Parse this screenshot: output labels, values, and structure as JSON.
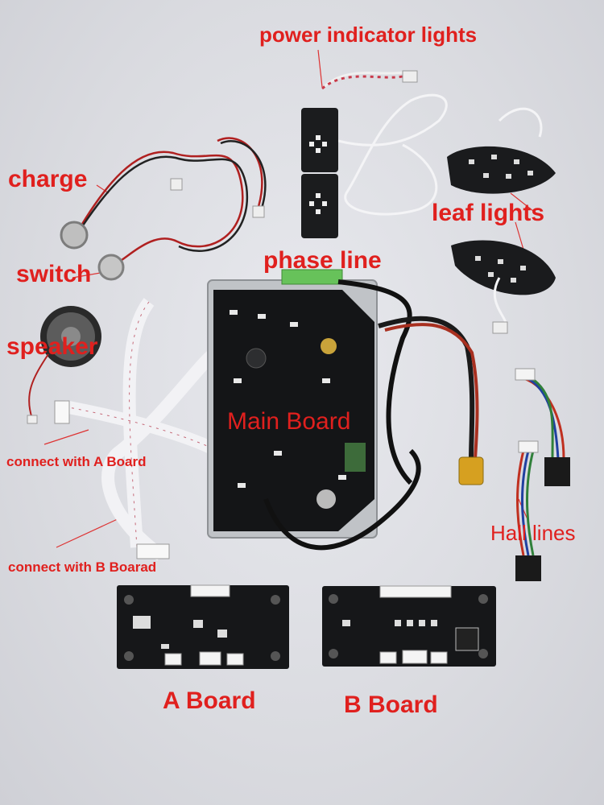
{
  "labels": {
    "power_indicator_lights": "power indicator lights",
    "charge": "charge",
    "switch": "switch",
    "speaker": "speaker",
    "leaf_lights": "leaf lights",
    "phase_line": "phase line",
    "main_board": "Main Board",
    "connect_a": "connect with A Board",
    "connect_b": "connect with B Boarad",
    "hall_lines": "Hall lines",
    "a_board": "A Board",
    "b_board": "B Board"
  },
  "label_color": "#e0201e"
}
